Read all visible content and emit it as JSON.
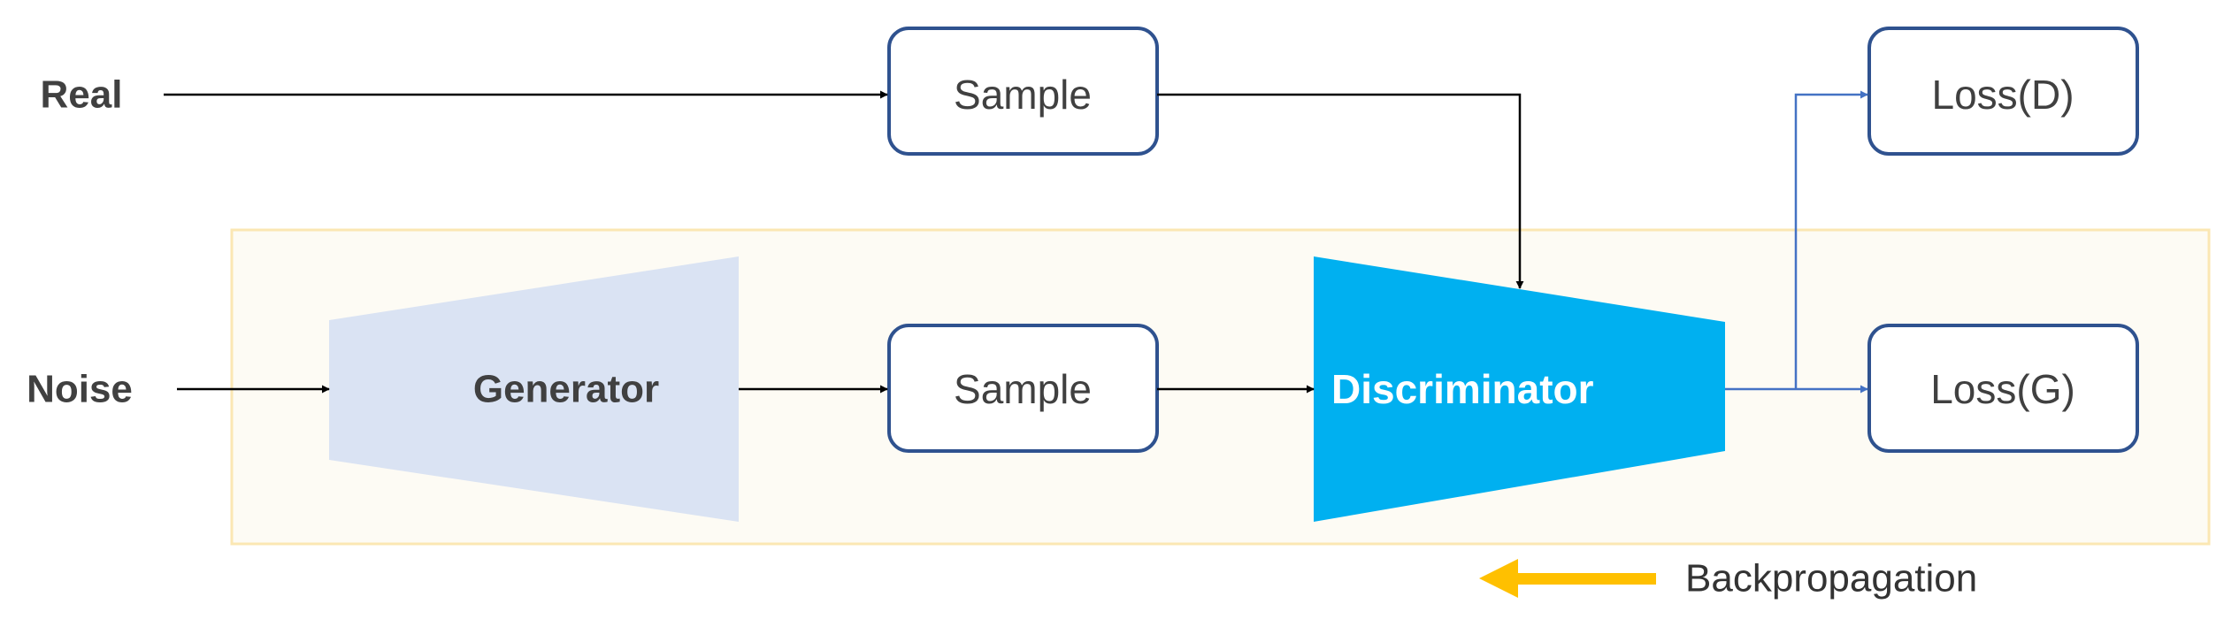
{
  "labels": {
    "real": "Real",
    "noise": "Noise",
    "sample_real": "Sample",
    "sample_fake": "Sample",
    "generator": "Generator",
    "discriminator": "Discriminator",
    "loss_d": "Loss(D)",
    "loss_g": "Loss(G)",
    "backprop": "Backpropagation"
  },
  "colors": {
    "box_stroke": "#2f528f",
    "region_fill": "#fdfbf4",
    "region_stroke": "#fbe7b3",
    "generator_fill": "#dae3f3",
    "discriminator_fill": "#00b0f0",
    "arrow_black": "#000000",
    "arrow_blue": "#4472c4",
    "backprop_arrow": "#ffc000"
  },
  "icons": {
    "backprop": "left-arrow-icon"
  }
}
